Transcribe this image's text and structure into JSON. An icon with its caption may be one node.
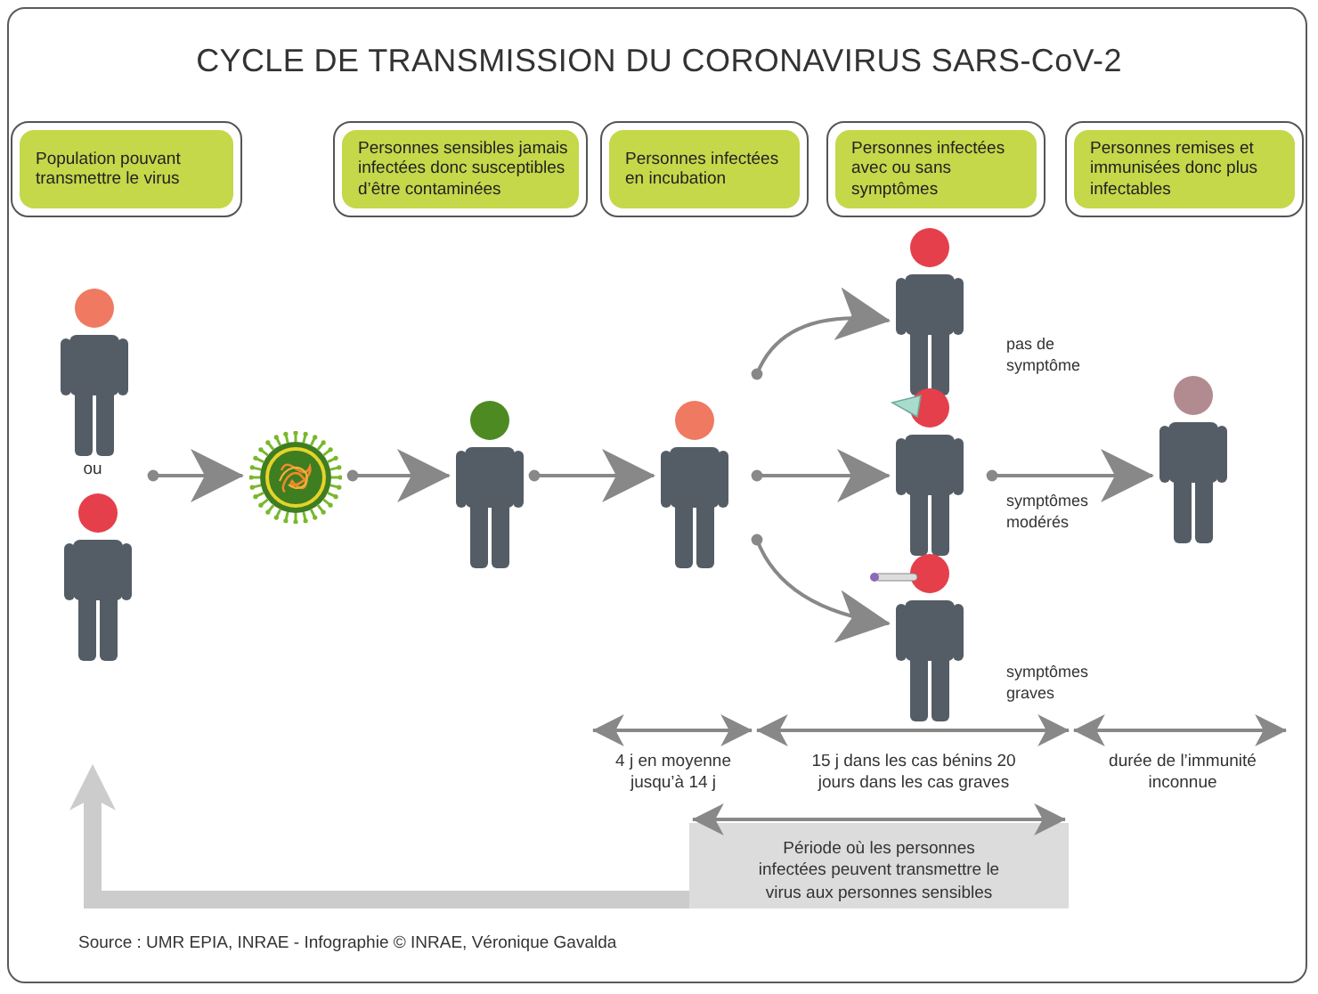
{
  "diagram": {
    "title": "CYCLE DE TRANSMISSION DU CORONAVIRUS SARS-CoV-2",
    "nodes": [
      {
        "text": [
          "Population pouvant transmettre le virus"
        ]
      },
      {
        "text": [
          "Personnes sensibles jamais infectées donc susceptibles d’être contaminées"
        ]
      },
      {
        "text": [
          "Personnes infectées en incubation"
        ]
      },
      {
        "text": [
          "Personnes infectées avec ou sans symptômes"
        ]
      },
      {
        "text": [
          "Personnes remises et immunisées donc plus infectables"
        ]
      },
      {
        "text": [],
        "shape": "person"
      },
      {
        "text": [],
        "shape": "person"
      },
      {
        "text": [],
        "shape": "picture"
      },
      {
        "text": [],
        "shape": "person"
      },
      {
        "text": [],
        "shape": "person"
      },
      {
        "text": [],
        "shape": "person",
        "beside": [
          "pas de symptôme"
        ]
      },
      {
        "text": [],
        "shape": "person",
        "beside": [
          "symptômes modérés"
        ]
      },
      {
        "text": [],
        "shape": "person",
        "beside": [
          "symptômes graves"
        ]
      },
      {
        "text": [],
        "shape": "person"
      },
      {
        "text": [
          "Période où les personnes infectées peuvent transmettre le virus aux personnes sensibles"
        ]
      }
    ],
    "edges": [
      {
        "from": 5,
        "to": 7,
        "arrow": "to"
      },
      {
        "from": 7,
        "to": 8,
        "arrow": "to"
      },
      {
        "from": 8,
        "to": 9,
        "arrow": "to"
      },
      {
        "from": 9,
        "to": 10,
        "arrow": "to"
      },
      {
        "from": 9,
        "to": 11,
        "arrow": "to"
      },
      {
        "from": 9,
        "to": 12,
        "arrow": "to"
      },
      {
        "from": 11,
        "to": 13,
        "arrow": "to"
      },
      {
        "from": 14,
        "to": null,
        "arrow": "to",
        "style": "thick",
        "color": "#cccccc"
      }
    ],
    "labels": [
      "ou",
      "4 j en moyenne jusqu’à 14 j",
      "15 j dans les cas bénins 20 jours dans les cas graves",
      "durée de l’immunité inconnue",
      "Source : UMR EPIA, INRAE - Infographie © INRAE, Véronique Gavalda"
    ]
  }
}
